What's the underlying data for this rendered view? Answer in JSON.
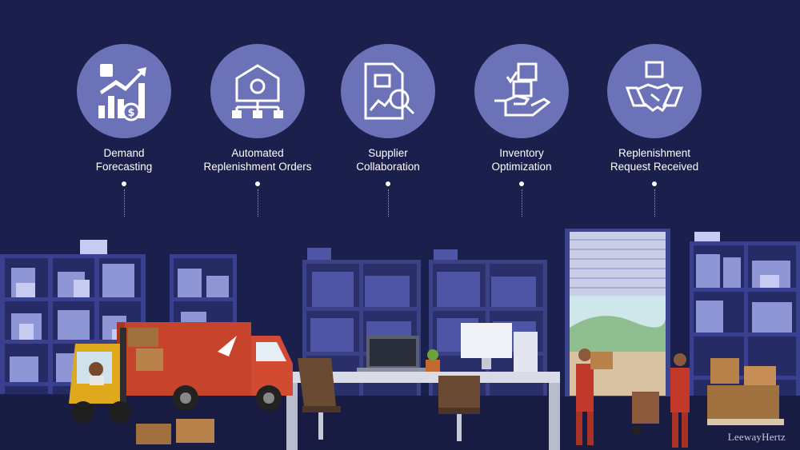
{
  "steps": [
    {
      "line1": "Demand",
      "line2": "Forecasting",
      "icon": "demand-forecast-icon"
    },
    {
      "line1": "Automated",
      "line2": "Replenishment Orders",
      "icon": "warehouse-network-icon"
    },
    {
      "line1": "Supplier",
      "line2": "Collaboration",
      "icon": "report-search-icon"
    },
    {
      "line1": "Inventory",
      "line2": "Optimization",
      "icon": "hand-box-icon"
    },
    {
      "line1": "Replenishment",
      "line2": "Request Received",
      "icon": "handshake-box-icon"
    }
  ],
  "watermark": "LeewayHertz",
  "colors": {
    "background": "#1b1f4b",
    "circle": "#6c72b8",
    "truck": "#c8432b",
    "forklift": "#e0a81c",
    "worker": "#c0392b"
  }
}
